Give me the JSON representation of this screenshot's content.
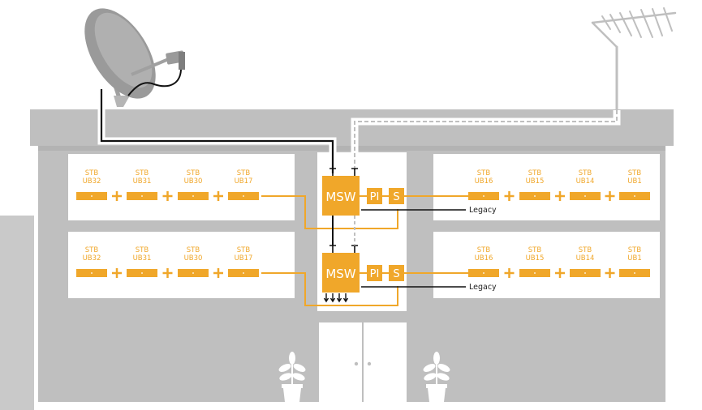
{
  "colors": {
    "house": "#bfbfbf",
    "house_dark": "#a9a9a9",
    "accent": "#f0a72a",
    "panel": "#ffffff",
    "cable": "#111111"
  },
  "floors": [
    {
      "left_stbs": [
        {
          "line1": "STB",
          "line2": "UB32"
        },
        {
          "line1": "STB",
          "line2": "UB31"
        },
        {
          "line1": "STB",
          "line2": "UB30"
        },
        {
          "line1": "STB",
          "line2": "UB17"
        }
      ],
      "right_stbs": [
        {
          "line1": "STB",
          "line2": "UB16"
        },
        {
          "line1": "STB",
          "line2": "UB15"
        },
        {
          "line1": "STB",
          "line2": "UB14"
        },
        {
          "line1": "STB",
          "line2": "UB1"
        }
      ],
      "multiswitch_label": "MSW",
      "pi_label": "PI",
      "splitter_label": "S",
      "legacy_label": "Legacy"
    },
    {
      "left_stbs": [
        {
          "line1": "STB",
          "line2": "UB32"
        },
        {
          "line1": "STB",
          "line2": "UB31"
        },
        {
          "line1": "STB",
          "line2": "UB30"
        },
        {
          "line1": "STB",
          "line2": "UB17"
        }
      ],
      "right_stbs": [
        {
          "line1": "STB",
          "line2": "UB16"
        },
        {
          "line1": "STB",
          "line2": "UB15"
        },
        {
          "line1": "STB",
          "line2": "UB14"
        },
        {
          "line1": "STB",
          "line2": "UB1"
        }
      ],
      "multiswitch_label": "MSW",
      "pi_label": "PI",
      "splitter_label": "S",
      "legacy_label": "Legacy"
    }
  ],
  "icons": {
    "dish": "satellite-dish-icon",
    "antenna": "terrestrial-antenna-icon",
    "plant": "potted-plant-icon",
    "door": "double-door-icon"
  }
}
